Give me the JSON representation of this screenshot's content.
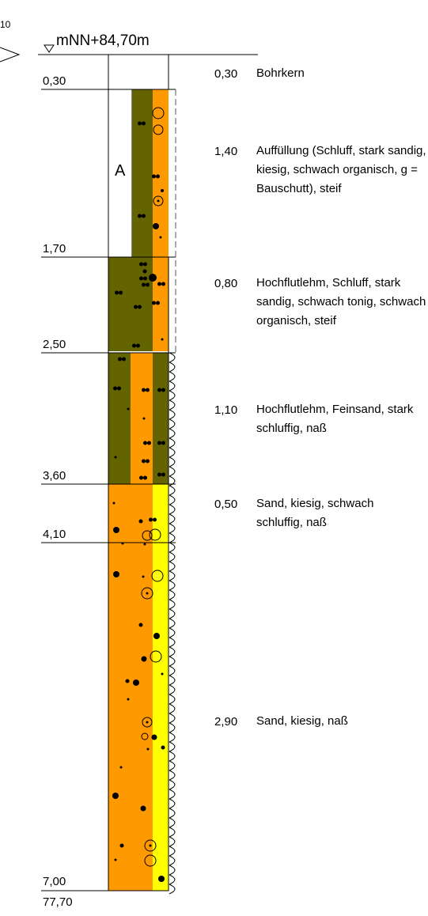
{
  "header": {
    "corner_text": "10",
    "elevation_label": "mNN+84,70m"
  },
  "column_marker": "A",
  "bottom_elevation": "77,70",
  "colors": {
    "fill_olive": "#636300",
    "fill_orange": "#ff9900",
    "fill_yellow": "#ffff00",
    "line": "#000000"
  },
  "layers": [
    {
      "depth_label": "0,30",
      "thickness": "0,30",
      "description": "Bohrkern"
    },
    {
      "depth_label": "1,70",
      "thickness": "1,40",
      "description": "Auffüllung (Schluff, stark sandig, kiesig, schwach organisch, g = Bauschutt), steif"
    },
    {
      "depth_label": "2,50",
      "thickness": "0,80",
      "description": "Hochflutlehm, Schluff, stark sandig, schwach tonig, schwach organisch, steif"
    },
    {
      "depth_label": "3,60",
      "thickness": "1,10",
      "description": "Hochflutlehm, Feinsand, stark schluffig, naß"
    },
    {
      "depth_label": "4,10",
      "thickness": "0,50",
      "description": "Sand, kiesig, schwach schluffig, naß"
    },
    {
      "depth_label": "7,00",
      "thickness": "2,90",
      "description": "Sand, kiesig, naß"
    }
  ]
}
